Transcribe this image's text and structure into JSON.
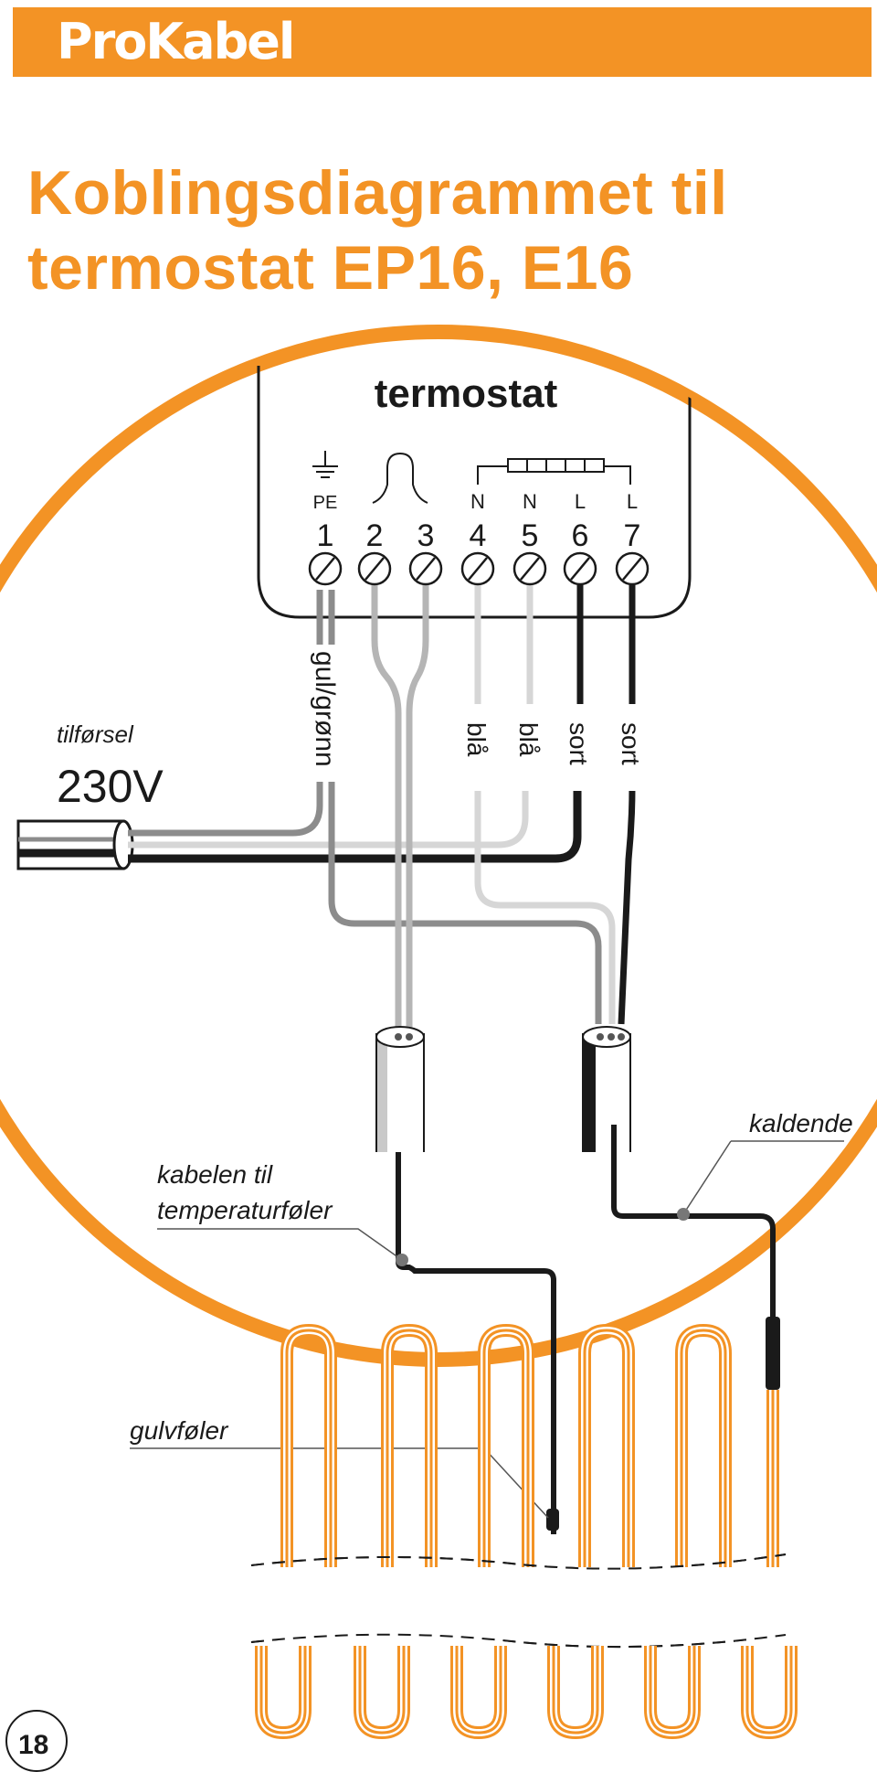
{
  "header": {
    "brand": "ProKabel"
  },
  "title": {
    "line1": "Koblingsdiagrammet til",
    "line2": "termostat EP16, E16"
  },
  "thermostat": {
    "label": "termostat",
    "pe_label": "PE",
    "terminal_letters": [
      "N",
      "N",
      "L",
      "L"
    ],
    "terminal_numbers": [
      "1",
      "2",
      "3",
      "4",
      "5",
      "6",
      "7"
    ]
  },
  "wires": {
    "gul_gronn": "gul/grønn",
    "bla": "blå",
    "sort": "sort"
  },
  "supply": {
    "label": "tilførsel",
    "voltage": "230V"
  },
  "callouts": {
    "kaldende": "kaldende",
    "sensor_cable_line1": "kabelen til",
    "sensor_cable_line2": "temperaturføler",
    "gulvfoler": "gulvføler"
  },
  "page": {
    "number": "18"
  },
  "colors": {
    "accent": "#f39325",
    "black_wire": "#1a1a1a",
    "grey_wire": "#8c8c8c",
    "blue_wire": "#d6d6d6"
  }
}
